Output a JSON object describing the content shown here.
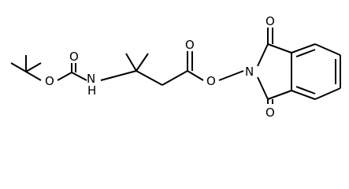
{
  "diagram": {
    "type": "chemical-structure",
    "atoms": {
      "o_ether_boc": "O",
      "o_carbonyl_boc": "O",
      "n_amine": "N",
      "h_amine": "H",
      "o_carbonyl_ester": "O",
      "o_ester_link": "O",
      "n_imide": "N",
      "o_imide_top": "O",
      "o_imide_bottom": "O"
    }
  }
}
